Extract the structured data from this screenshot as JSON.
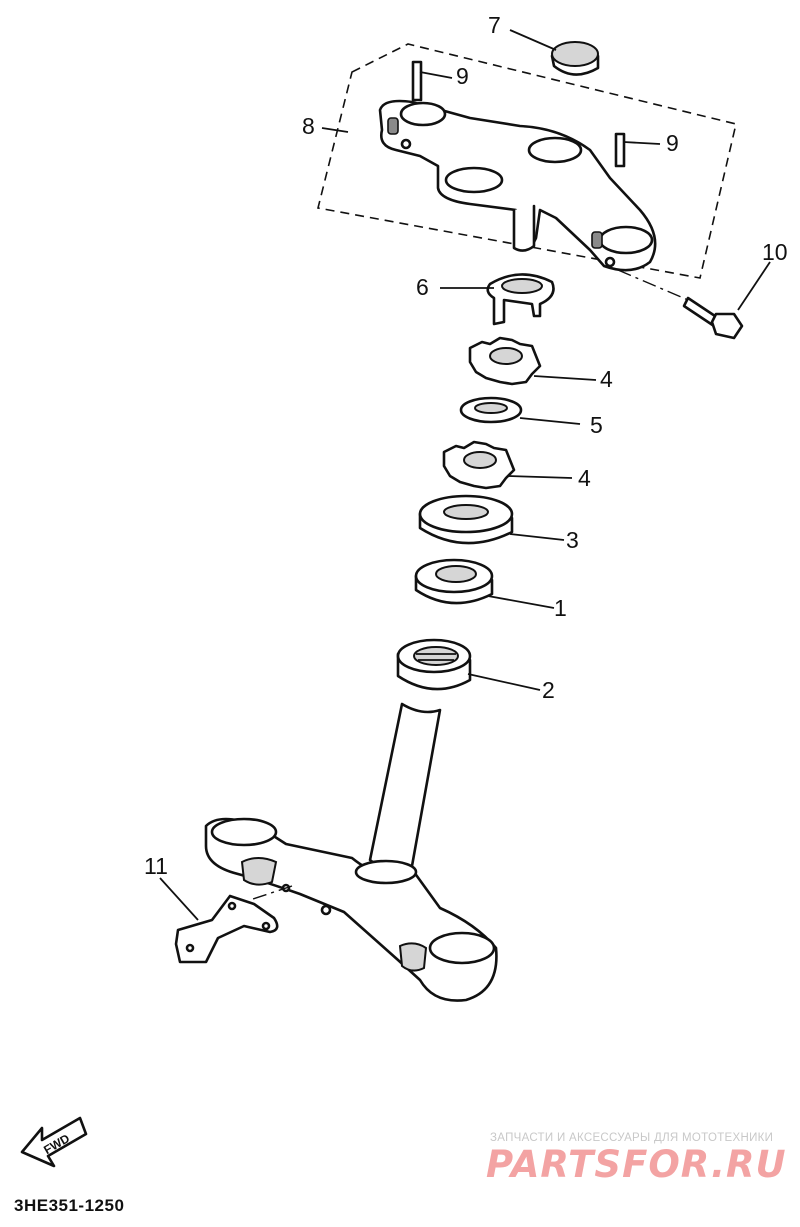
{
  "diagram": {
    "callouts": {
      "p1": "1",
      "p2": "2",
      "p3": "3",
      "p4a": "4",
      "p4b": "4",
      "p5": "5",
      "p6": "6",
      "p7": "7",
      "p8": "8",
      "p9a": "9",
      "p9b": "9",
      "p10": "10",
      "p11": "11"
    },
    "fwd_label": "FWD",
    "diagram_code": "3HE351-1250"
  },
  "watermark": {
    "caption": "ЗАПЧАСТИ И АКСЕССУАРЫ ДЛЯ МОТОТЕХНИКИ",
    "logo": "PARTSFOR.RU"
  },
  "colors": {
    "ink": "#111111",
    "watermark_red": "#f3a3a3",
    "watermark_grey": "#c8c8c8"
  }
}
